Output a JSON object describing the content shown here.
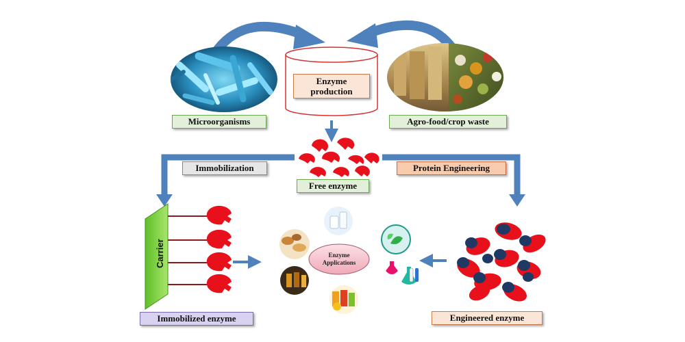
{
  "labels": {
    "enzyme_production_line1": "Enzyme",
    "enzyme_production_line2": "production",
    "microorganisms": "Microorganisms",
    "agro_food": "Agro-food/crop waste",
    "immobilization": "Immobilization",
    "free_enzyme": "Free enzyme",
    "protein_engineering": "Protein Engineering",
    "carrier": "Carrier",
    "apps_line1": "Enzyme",
    "apps_line2": "Applications",
    "immobilized_enzyme": "Immobilized enzyme",
    "engineered_enzyme": "Engineered enzyme"
  },
  "colors": {
    "arrow_blue": "#4F81BD",
    "enzyme_red": "#E8101A",
    "navy": "#1F3864",
    "carrier_green": "#7FD13B",
    "label_green": "#E2F0D9",
    "label_orange": "#FBE5D6",
    "label_gray": "#E7E6E6",
    "label_pink": "#F8CBAD",
    "label_purple": "#D9D2F0"
  }
}
